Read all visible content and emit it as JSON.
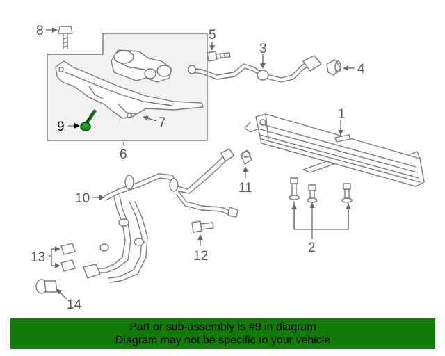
{
  "colors": {
    "highlight_part": "#1f8a1f",
    "footer_background": "#137a09",
    "line_art": "#7a7a7a"
  },
  "highlighted_callout": "9",
  "callouts": {
    "c1": "1",
    "c2": "2",
    "c3": "3",
    "c4": "4",
    "c5": "5",
    "c6": "6",
    "c7": "7",
    "c8": "8",
    "c9": "9",
    "c10": "10",
    "c11": "11",
    "c12": "12",
    "c13": "13",
    "c14": "14"
  },
  "footer": {
    "line1": "Part or sub-assembly is #9 in diagram",
    "line2": "Diagram may not be specific to your vehicle"
  }
}
